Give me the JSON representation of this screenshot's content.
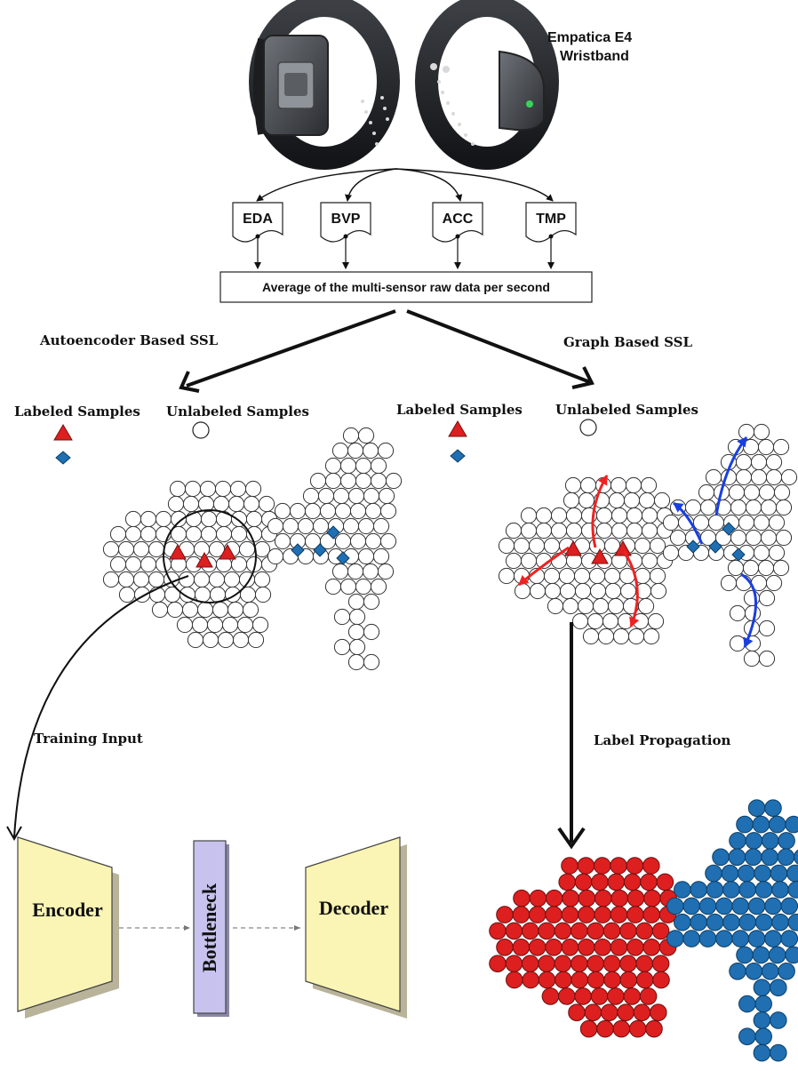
{
  "device": {
    "title_line1": "Empatica E4",
    "title_line2": "Wristband"
  },
  "sensors": [
    "EDA",
    "BVP",
    "ACC",
    "TMP"
  ],
  "aggregation_label": "Average of the multi-sensor raw data per second",
  "branches": {
    "left": {
      "title": "Autoencoder Based SSL",
      "labeled_label": "Labeled Samples",
      "unlabeled_label": "Unlabeled Samples",
      "training_input_label": "Training Input",
      "blocks": {
        "encoder": "Encoder",
        "bottleneck": "Bottleneck",
        "decoder": "Decoder"
      }
    },
    "right": {
      "title": "Graph Based SSL",
      "labeled_label": "Labeled Samples",
      "unlabeled_label": "Unlabeled Samples",
      "propagation_label": "Label Propagation"
    }
  },
  "colors": {
    "class_a": "#dd1f1f",
    "class_b": "#1f6fb2",
    "propagation_a": "#ee2222",
    "propagation_b": "#1a3fe0",
    "block_fill": "#faf5b4",
    "bottleneck_fill": "#c8c2ee"
  }
}
